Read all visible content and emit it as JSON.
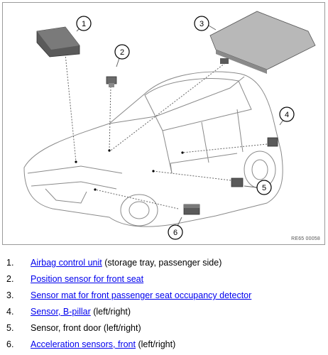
{
  "diagram": {
    "callouts": [
      "1",
      "2",
      "3",
      "4",
      "5",
      "6"
    ],
    "reference_code": "RE65 00058"
  },
  "legend": [
    {
      "number": "1.",
      "link": "Airbag control unit",
      "note": " (storage tray, passenger side)"
    },
    {
      "number": "2.",
      "link": "Position sensor for front seat",
      "note": ""
    },
    {
      "number": "3.",
      "link": "Sensor mat for front passenger seat occupancy detector",
      "note": ""
    },
    {
      "number": "4.",
      "link": "Sensor, B-pillar",
      "note": " (left/right)"
    },
    {
      "number": "5.",
      "link": "",
      "note": "Sensor, front door (left/right)"
    },
    {
      "number": "6.",
      "link": "Acceleration sensors, front",
      "note": " (left/right)"
    }
  ],
  "colors": {
    "link": "#0000ee",
    "line": "#666666",
    "component": "#555555"
  }
}
